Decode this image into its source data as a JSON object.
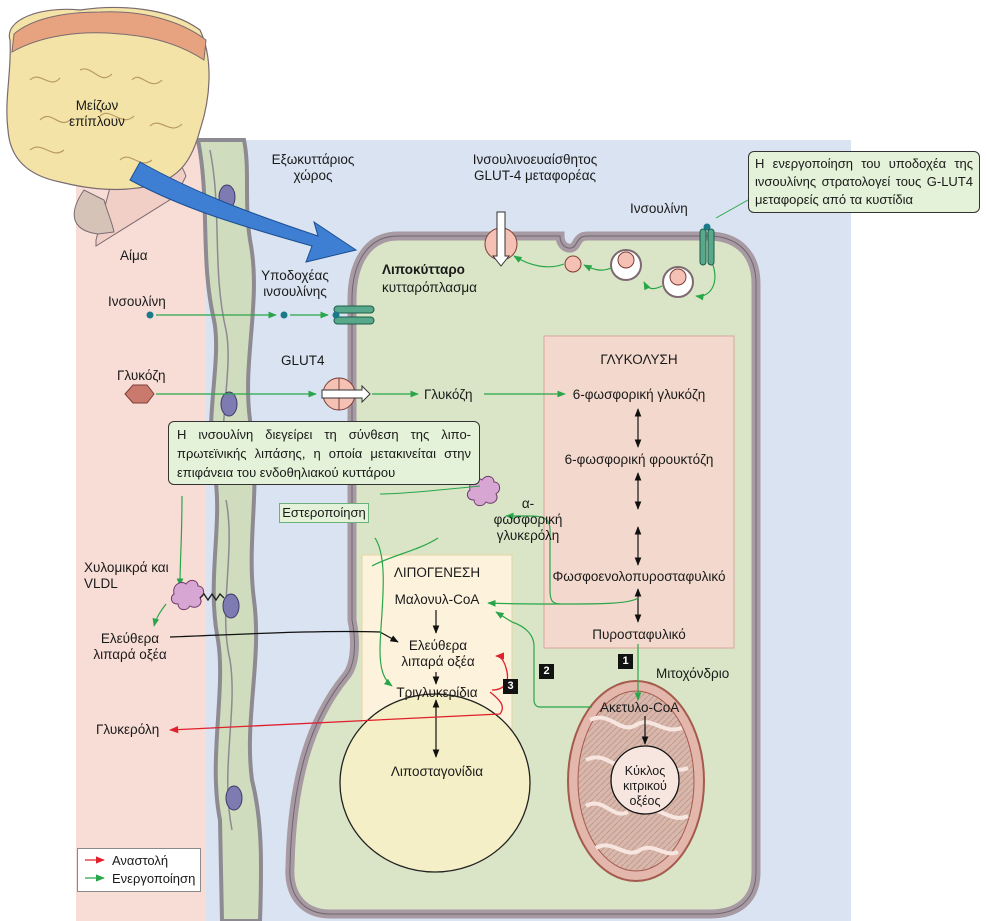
{
  "colors": {
    "blood": "#f7ddd6",
    "extracellular": "#d9e3f1",
    "cytoplasm": "#d9e5c6",
    "membrane": "#a89aa3",
    "glycolysis": "#f3d9cd",
    "lipogenesis": "#fdf3dc",
    "droplet": "#f4efc6",
    "activation": "#2aa64a",
    "inhibition": "#e0202d",
    "arrow_blue": "#3e7fd3",
    "note_fill": "#e3f2d8"
  },
  "labels": {
    "greater_omentum": "Μείζων επίπλουν",
    "extracellular_space": "Εξωκυττάριος χώρος",
    "blood": "Αίμα",
    "insulin_blood": "Ινσουλίνη",
    "glucose_blood": "Γλυκόζη",
    "insulin_receptor": "Υποδοχέας ινσουλίνης",
    "glut4": "GLUT4",
    "insulin_sensitive_glut4": "Ινσουλινοευαίσθητος GLUT-4 μεταφορέας",
    "insulin_top": "Ινσουλίνη",
    "adipocyte": "Λιποκύτταρο",
    "cytoplasm": "κυτταρόπλασμα",
    "glucose_cell": "Γλυκόζη",
    "chylomicrons": "Χυλομικρά και VLDL",
    "free_fatty_acids_blood": "Ελεύθερα λιπαρά οξέα",
    "glycerol": "Γλυκερόλη",
    "esterification": "Εστεροποίηση",
    "alpha_glycerophosphate": "α-φωσφορική γλυκερόλη",
    "mitochondrion": "Μιτοχόνδριο",
    "acetyl_coa": "Ακετυλο-CoA",
    "citric_acid_cycle": "Κύκλος κιτρικού οξέος"
  },
  "notes": {
    "receptor_activation": "Η ενεργοποίηση του υποδοχέα της ινσουλίνης στρατολογεί τους G-LUT4 μεταφορείς από τα κυστίδια",
    "lipoprotein_lipase": "Η ινσουλίνη διεγείρει τη σύνθεση της λιπο-πρωτεϊνικής λιπάσης, η οποία μετακινείται στην επιφάνεια του ενδοθηλιακού κυττάρου"
  },
  "glycolysis": {
    "title": "ΓΛΥΚΟΛΥΣΗ",
    "steps": [
      "6-φωσφορική γλυκόζη",
      "6-φωσφορική φρουκτόζη",
      "Φωσφοενολοπυροσταφυλικό",
      "Πυροσταφυλικό"
    ]
  },
  "lipogenesis": {
    "title": "ΛΙΠΟΓΕΝΕΣΗ",
    "malonyl": "Μαλονυλ-CoA",
    "free_fatty_acids": "Ελεύθερα λιπαρά οξέα",
    "triglycerides": "Τριγλυκερίδια",
    "lipid_droplets": "Λιποσταγονίδια"
  },
  "steps": [
    "1",
    "2",
    "3"
  ],
  "legend": {
    "inhibition": "Αναστολή",
    "activation": "Ενεργοποίηση"
  }
}
